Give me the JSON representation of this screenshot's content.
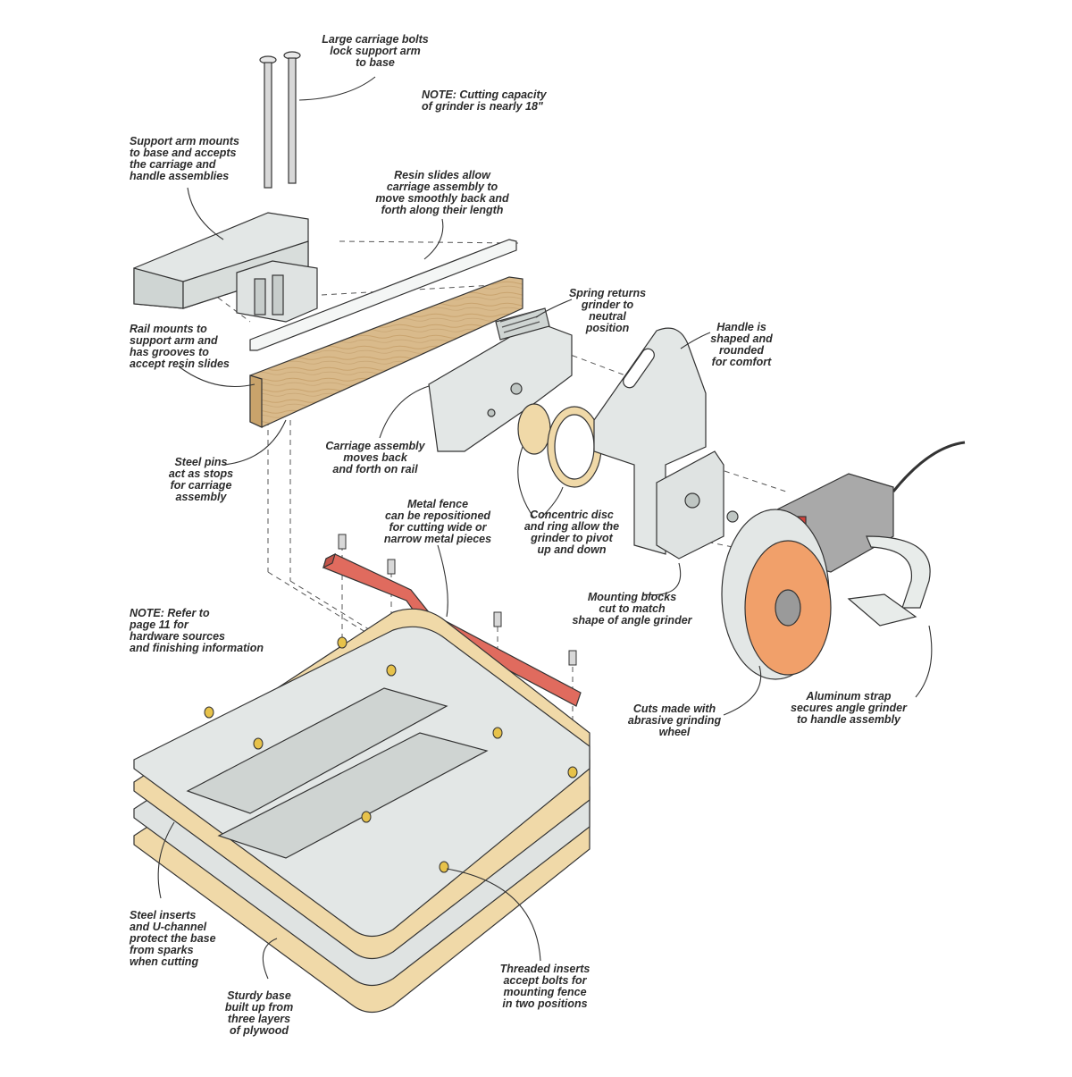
{
  "callouts": {
    "carriage_bolts": "Large carriage bolts\nlock support arm\nto base",
    "note_capacity": "NOTE: Cutting capacity\nof grinder is nearly 18\"",
    "support_arm": "Support arm mounts\nto base and accepts\nthe carriage and\nhandle assemblies",
    "resin_slides": "Resin slides allow\ncarriage assembly to\nmove smoothly back and\nforth along their length",
    "spring": "Spring returns\ngrinder to\nneutral\nposition",
    "handle": "Handle is\nshaped and\nrounded\nfor comfort",
    "rail": "Rail mounts to\nsupport arm and\nhas grooves to\naccept resin slides",
    "carriage": "Carriage assembly\nmoves back\nand forth on rail",
    "steel_pins": "Steel pins\nact as stops\nfor carriage\nassembly",
    "metal_fence": "Metal fence\ncan be repositioned\nfor cutting wide or\nnarrow metal pieces",
    "disc_ring": "Concentric disc\nand ring allow the\ngrinder to pivot\nup and down",
    "note_refer": "NOTE: Refer to\npage 11 for\nhardware sources\nand finishing information",
    "mounting_blocks": "Mounting blocks\ncut to match\nshape of angle grinder",
    "cuts": "Cuts made with\nabrasive grinding\nwheel",
    "aluminum_strap": "Aluminum strap\nsecures angle grinder\nto handle assembly",
    "steel_inserts": "Steel inserts\nand U-channel\nprotect the base\nfrom sparks\nwhen cutting",
    "threaded_inserts": "Threaded inserts\naccept bolts for\nmounting fence\nin two positions",
    "sturdy_base": "Sturdy base\nbuilt up from\nthree layers\nof plywood"
  },
  "colors": {
    "plywood": "#f0d9a8",
    "gray_part": "#dfe3e2",
    "rail_wood": "#d7b98a",
    "fence": "#e06b5e",
    "brass": "#e7c24a",
    "wheel": "#f1a06a",
    "grinder_body": "#a9a9a9",
    "grinder_switch": "#d0413a",
    "ink": "#2b2b2b"
  }
}
